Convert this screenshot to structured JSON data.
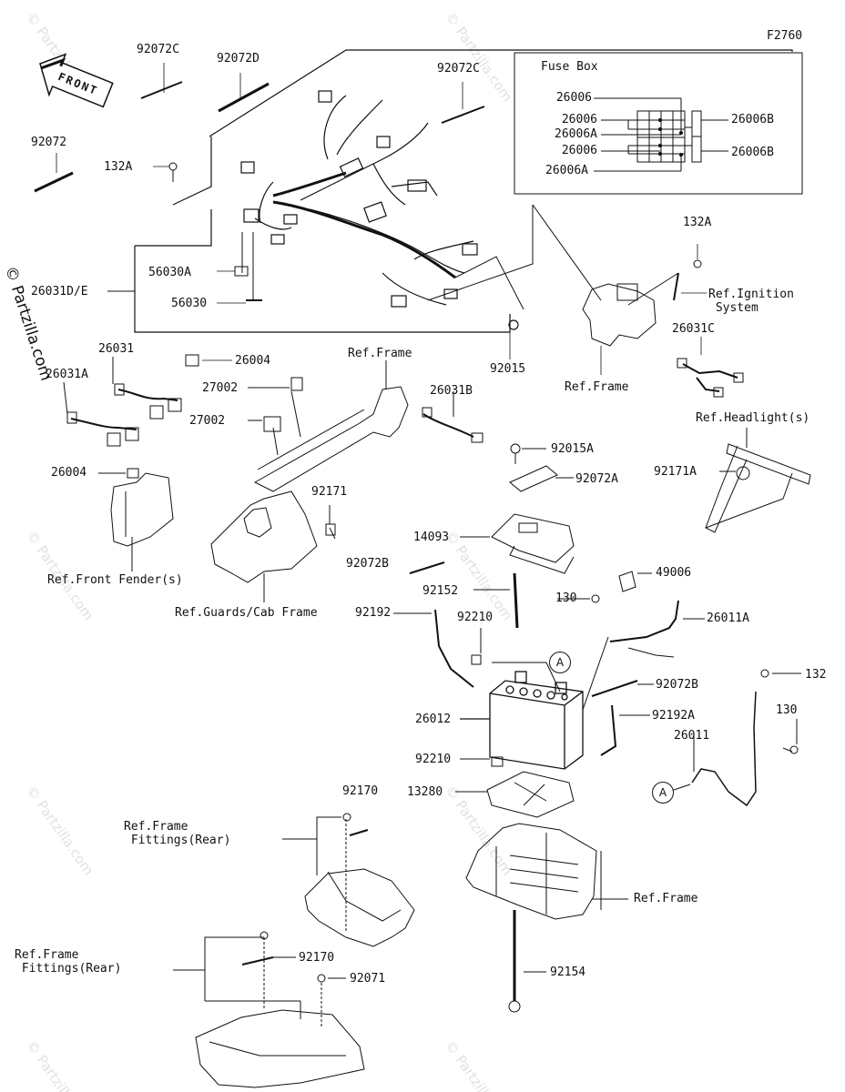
{
  "diagram_code": "F2760",
  "front_label": "FRONT",
  "watermark_text": "© Partzilla.com",
  "fuse_box": {
    "title": "Fuse Box",
    "labels": [
      "26006",
      "26006",
      "26006A",
      "26006",
      "26006A",
      "26006B",
      "26006B"
    ]
  },
  "callout_letter": "A",
  "parts": [
    "92072C",
    "92072D",
    "92072C",
    "92072",
    "132A",
    "56030A",
    "56030",
    "26031D/E",
    "26004",
    "92015",
    "132A",
    "Ref.Ignition\n System",
    "Ref.Frame",
    "26031C",
    "26031",
    "26031A",
    "27002",
    "27002",
    "Ref.Frame",
    "26031B",
    "Ref.Headlight(s)",
    "92171A",
    "92015A",
    "92072A",
    "26004",
    "Ref.Front Fender(s)",
    "92171",
    "14093",
    "92072B",
    "Ref.Guards/Cab Frame",
    "92192",
    "92152",
    "92210",
    "49006",
    "130",
    "26011A",
    "92072B",
    "132",
    "26012",
    "92192A",
    "130",
    "26011",
    "92210",
    "13280",
    "92170",
    "Ref.Frame\n Fittings(Rear)",
    "Ref.Frame",
    "Ref.Frame\n Fittings(Rear)",
    "92170",
    "92071",
    "92154"
  ]
}
